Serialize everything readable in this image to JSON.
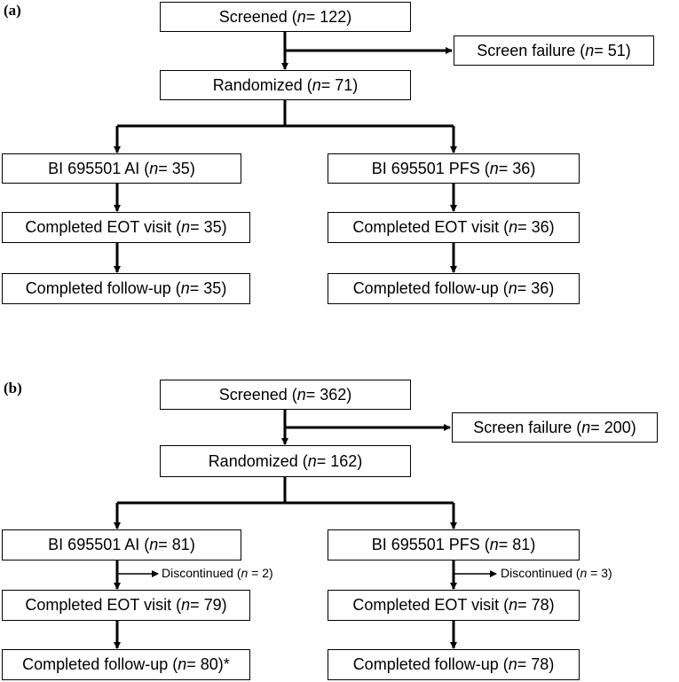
{
  "panel_a": {
    "label": "(a)",
    "screened": {
      "pre": "Screened (",
      "n": "n",
      "post": " = 122)"
    },
    "screen_failure": {
      "pre": "Screen failure (",
      "n": "n",
      "post": " = 51)"
    },
    "randomized": {
      "pre": "Randomized (",
      "n": "n",
      "post": " = 71)"
    },
    "arm_ai": {
      "pre": "BI 695501 AI (",
      "n": "n",
      "post": " = 35)"
    },
    "arm_pfs": {
      "pre": "BI 695501 PFS (",
      "n": "n",
      "post": " = 36)"
    },
    "ai_eot": {
      "pre": "Completed EOT visit (",
      "n": "n",
      "post": " = 35)"
    },
    "pfs_eot": {
      "pre": "Completed EOT visit (",
      "n": "n",
      "post": " = 36)"
    },
    "ai_followup": {
      "pre": "Completed follow-up (",
      "n": "n",
      "post": " = 35)"
    },
    "pfs_followup": {
      "pre": "Completed follow-up (",
      "n": "n",
      "post": " = 36)"
    }
  },
  "panel_b": {
    "label": "(b)",
    "screened": {
      "pre": "Screened (",
      "n": "n",
      "post": " = 362)"
    },
    "screen_failure": {
      "pre": "Screen failure (",
      "n": "n",
      "post": " = 200)"
    },
    "randomized": {
      "pre": "Randomized (",
      "n": "n",
      "post": " = 162)"
    },
    "arm_ai": {
      "pre": "BI 695501 AI (",
      "n": "n",
      "post": " = 81)"
    },
    "arm_pfs": {
      "pre": "BI 695501 PFS (",
      "n": "n",
      "post": " = 81)"
    },
    "ai_discontinued": {
      "pre": "Discontinued (",
      "n": "n",
      "post": " = 2)"
    },
    "pfs_discontinued": {
      "pre": "Discontinued (",
      "n": "n",
      "post": " = 3)"
    },
    "ai_eot": {
      "pre": "Completed EOT visit (",
      "n": "n",
      "post": " = 79)"
    },
    "pfs_eot": {
      "pre": "Completed EOT visit (",
      "n": "n",
      "post": " = 78)"
    },
    "ai_followup": {
      "pre": "Completed follow-up (",
      "n": "n",
      "post": " = 80)*"
    },
    "pfs_followup": {
      "pre": "Completed follow-up (",
      "n": "n",
      "post": " = 78)"
    }
  }
}
